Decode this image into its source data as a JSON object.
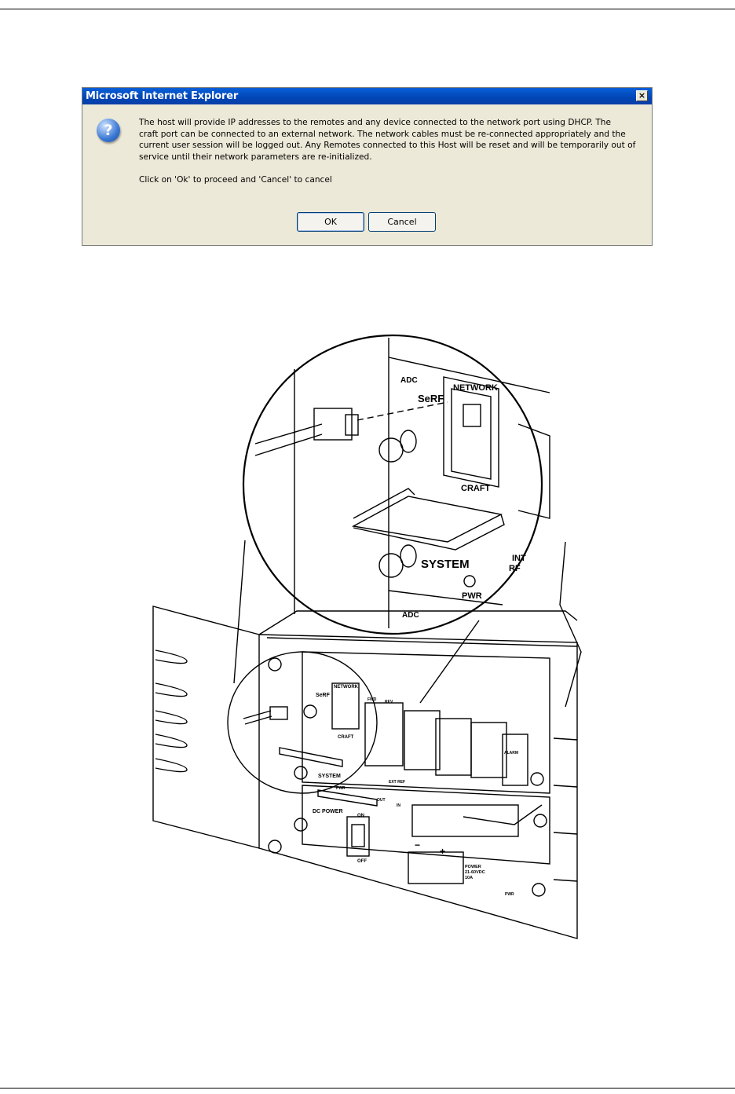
{
  "dialog": {
    "title": "Microsoft Internet Explorer",
    "close_label": "×",
    "icon": "question-icon",
    "message": "The host will provide IP addresses to the remotes and any device connected to the network port using DHCP. The\ncraft port can be connected to an external network. The network cables must be re-connected appropriately and the\ncurrent user session will be logged out. Any Remotes connected to this Host will be reset and will be temporarily out of\nservice until their network parameters are re-initialized.",
    "prompt": "Click on 'Ok' to proceed and 'Cancel' to cancel",
    "ok_label": "OK",
    "cancel_label": "Cancel"
  },
  "illustration": {
    "detail_labels": {
      "brand": "ADC",
      "serf": "SeRF",
      "network": "NETWORK",
      "craft": "CRAFT",
      "system": "SYSTEM",
      "pwr": "PWR",
      "intf": "INT",
      "rf": "RF"
    },
    "chassis_labels": {
      "network": "NETWORK",
      "serf": "SeRF",
      "craft": "CRAFT",
      "system": "SYSTEM",
      "pwr": "PWR",
      "dc_power": "DC POWER",
      "on": "ON",
      "off": "OFF",
      "minus": "−",
      "plus": "+",
      "power_rating": "POWER",
      "voltage": "21-60VDC",
      "current": "10A",
      "out": "OUT",
      "in": "IN",
      "ext_ref": "EXT REF",
      "alarm": "ALARM",
      "fwd": "FWD",
      "rev": "REV"
    }
  }
}
